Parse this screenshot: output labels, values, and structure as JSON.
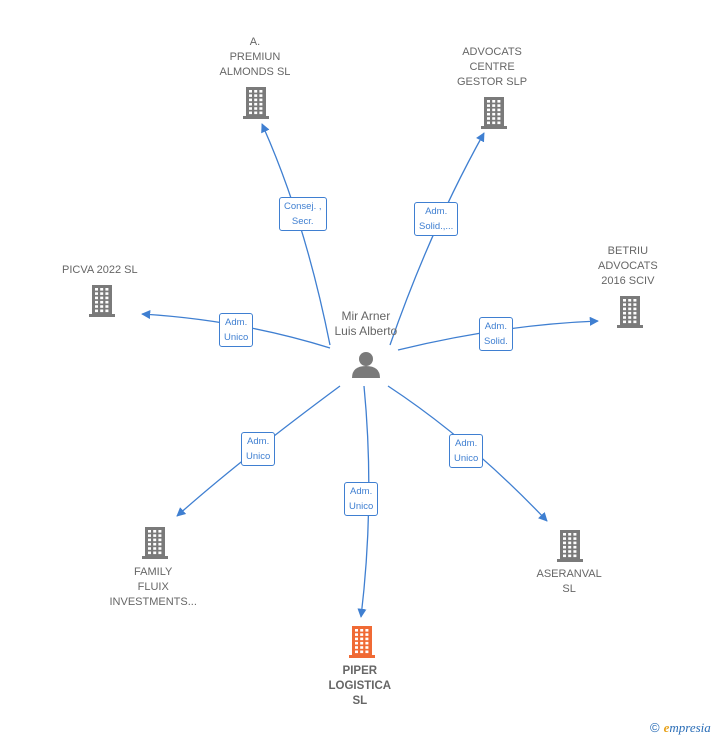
{
  "center": {
    "lines": [
      "Mir Arner",
      "Luis Alberto"
    ],
    "icon": "person-icon"
  },
  "nodes": [
    {
      "id": "premiun",
      "lines": [
        "A.",
        "PREMIUN",
        "ALMONDS  SL"
      ],
      "icon": "building-icon",
      "color": "#7a7a7a"
    },
    {
      "id": "advocats-centre",
      "lines": [
        "ADVOCATS",
        "CENTRE",
        "GESTOR  SLP"
      ],
      "icon": "building-icon",
      "color": "#7a7a7a"
    },
    {
      "id": "betriu",
      "lines": [
        "BETRIU",
        "ADVOCATS",
        "2016 SCIV"
      ],
      "icon": "building-icon",
      "color": "#7a7a7a"
    },
    {
      "id": "picva",
      "lines": [
        "PICVA 2022  SL"
      ],
      "icon": "building-icon",
      "color": "#7a7a7a"
    },
    {
      "id": "family",
      "lines": [
        "FAMILY",
        "FLUIX",
        "INVESTMENTS..."
      ],
      "icon": "building-icon",
      "color": "#7a7a7a"
    },
    {
      "id": "piper",
      "lines": [
        "PIPER",
        "LOGISTICA",
        "SL"
      ],
      "icon": "building-icon",
      "color": "#f06a35",
      "highlight": true
    },
    {
      "id": "aseranval",
      "lines": [
        "ASERANVAL",
        "SL"
      ],
      "icon": "building-icon",
      "color": "#7a7a7a"
    }
  ],
  "edges": [
    {
      "to": "premiun",
      "lines": [
        "Consej. ,",
        "Secr."
      ]
    },
    {
      "to": "advocats-centre",
      "lines": [
        "Adm.",
        "Solid.,..."
      ]
    },
    {
      "to": "betriu",
      "lines": [
        "Adm.",
        "Solid."
      ]
    },
    {
      "to": "picva",
      "lines": [
        "Adm.",
        "Unico"
      ]
    },
    {
      "to": "family",
      "lines": [
        "Adm.",
        "Unico"
      ]
    },
    {
      "to": "piper",
      "lines": [
        "Adm.",
        "Unico"
      ]
    },
    {
      "to": "aseranval",
      "lines": [
        "Adm.",
        "Unico"
      ]
    }
  ],
  "colors": {
    "edge": "#3f7fd1",
    "node_text": "#666666",
    "building": "#7a7a7a",
    "highlight": "#f06a35"
  },
  "brand": {
    "copyright": "©",
    "initial": "e",
    "rest": "mpresia"
  }
}
